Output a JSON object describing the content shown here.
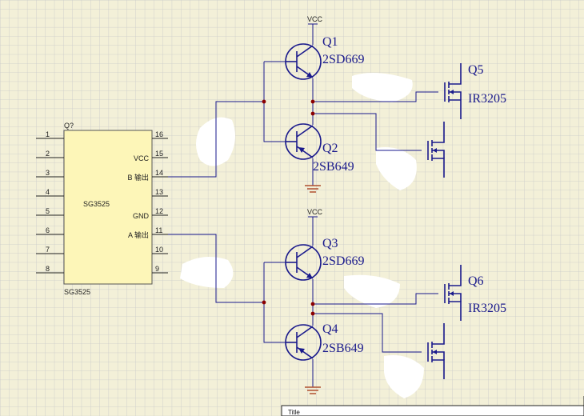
{
  "ic": {
    "ref": "Q?",
    "name": "SG3525",
    "bottom_label": "SG3525",
    "left_pins": [
      "1",
      "2",
      "3",
      "4",
      "5",
      "6",
      "7",
      "8"
    ],
    "right_pins": [
      "16",
      "15",
      "14",
      "13",
      "12",
      "11",
      "10",
      "9"
    ],
    "right_signals": [
      "",
      "VCC",
      "B 输出",
      "",
      "GND",
      "A 输出",
      "",
      ""
    ]
  },
  "power": {
    "vcc_1": "VCC",
    "vcc_2": "VCC"
  },
  "transistors": [
    {
      "ref": "Q1",
      "part": "2SD669"
    },
    {
      "ref": "Q2",
      "part": "2SB649"
    },
    {
      "ref": "Q3",
      "part": "2SD669"
    },
    {
      "ref": "Q4",
      "part": "2SB649"
    }
  ],
  "mosfets": [
    {
      "ref": "Q5",
      "part": "IR3205"
    },
    {
      "ref": "Q6",
      "part": "IR3205"
    }
  ],
  "title_block": {
    "title_label": "Title"
  },
  "colors": {
    "background": "#f3f0d8",
    "grid": "#c9c9c9",
    "wire": "#1a1a8c",
    "junction": "#8b0000",
    "chip_fill": "#fdf6b8"
  }
}
